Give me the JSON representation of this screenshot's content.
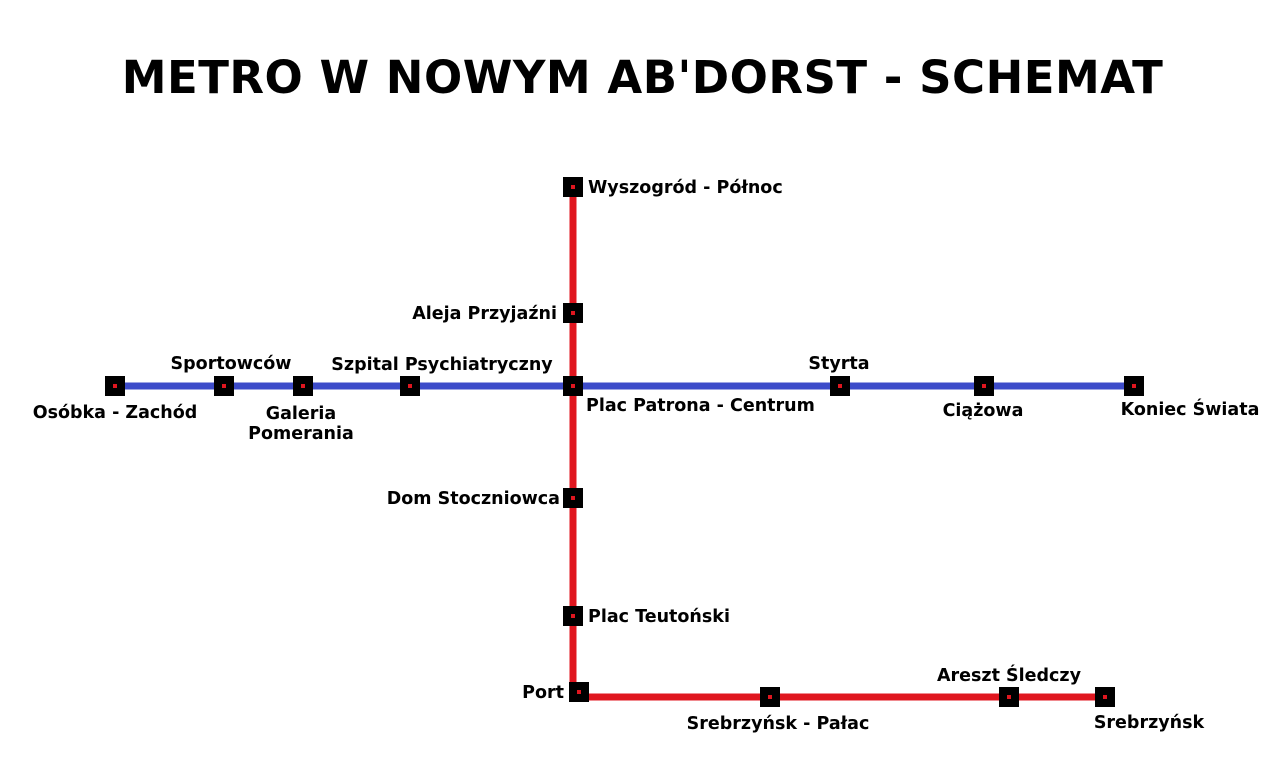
{
  "title": "METRO W NOWYM AB'DORST - SCHEMAT",
  "colors": {
    "red_line": "#e0161f",
    "blue_line": "#3c4bc9",
    "station_marker": "#000000",
    "station_dot": "#e0161f",
    "background": "#ffffff"
  },
  "lines": {
    "blue": {
      "stations": [
        {
          "name": "Osóbka - Zachód"
        },
        {
          "name": "Sportowców"
        },
        {
          "name": "Galeria Pomerania",
          "name_lines": [
            "Galeria",
            "Pomerania"
          ]
        },
        {
          "name": "Szpital Psychiatryczny"
        },
        {
          "name": "Plac Patrona - Centrum"
        },
        {
          "name": "Styrta"
        },
        {
          "name": "Ciążowa"
        },
        {
          "name": "Koniec Świata"
        }
      ]
    },
    "red": {
      "stations": [
        {
          "name": "Wyszogród - Północ"
        },
        {
          "name": "Aleja Przyjaźni"
        },
        {
          "name": "Plac Patrona - Centrum"
        },
        {
          "name": "Dom Stoczniowca"
        },
        {
          "name": "Plac Teutoński"
        },
        {
          "name": "Port"
        },
        {
          "name": "Srebrzyńsk - Pałac"
        },
        {
          "name": "Areszt Śledczy"
        },
        {
          "name": "Srebrzyńsk"
        }
      ]
    }
  }
}
